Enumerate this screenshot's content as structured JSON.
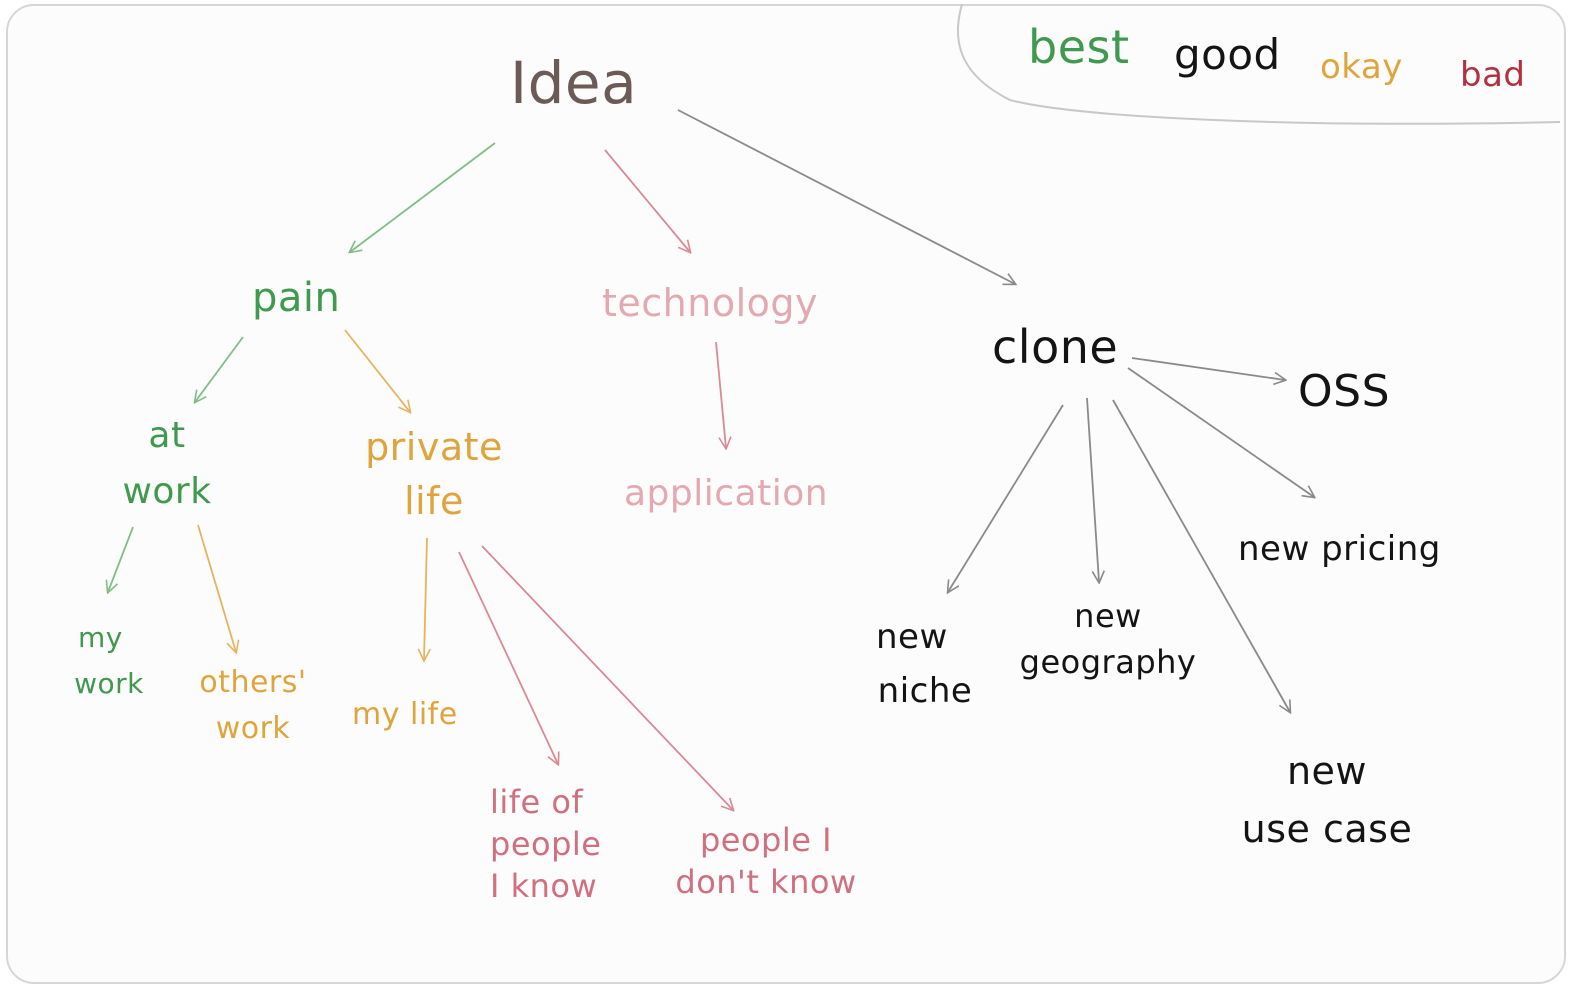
{
  "legend": {
    "items": [
      {
        "label": "best",
        "color": "#3f9a4e"
      },
      {
        "label": "good",
        "color": "#141414"
      },
      {
        "label": "okay",
        "color": "#e0a43c"
      },
      {
        "label": "bad",
        "color": "#b3303f"
      }
    ]
  },
  "nodes": {
    "idea": "Idea",
    "pain": "pain",
    "technology": "technology",
    "clone": "clone",
    "at_work": [
      "at",
      "work"
    ],
    "private_life": [
      "private",
      "life"
    ],
    "application": "application",
    "oss": "OSS",
    "my_work": [
      "my",
      "work"
    ],
    "others_work": [
      "others'",
      "work"
    ],
    "my_life": "my life",
    "life_of_people": [
      "life of",
      "people",
      "I know"
    ],
    "people_dont_know": [
      "people I",
      "don't know"
    ],
    "new_pricing": "new pricing",
    "new_niche": [
      "new",
      "niche"
    ],
    "new_geography": [
      "new",
      "geography"
    ],
    "new_use_case": [
      "new",
      "use case"
    ]
  },
  "colors": {
    "best": "#3f9a4e",
    "good": "#141414",
    "okay": "#e0a43c",
    "bad": "#b3303f",
    "faded_bad": "#e4a8b0",
    "gray_arrow": "#8a8a8a"
  }
}
